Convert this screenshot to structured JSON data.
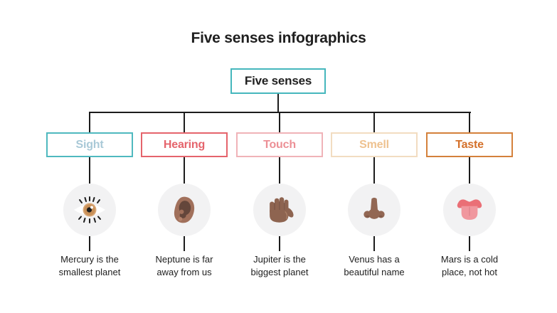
{
  "title": "Five senses infographics",
  "root": {
    "label": "Five senses",
    "border_color": "#45b7bd"
  },
  "senses": [
    {
      "id": "sight",
      "label": "Sight",
      "icon": "eye-icon",
      "border_color": "#4fb9bf",
      "label_color": "#a9c9d7",
      "desc1": "Mercury is the",
      "desc2": "smallest planet"
    },
    {
      "id": "hearing",
      "label": "Hearing",
      "icon": "ear-icon",
      "border_color": "#e5646c",
      "label_color": "#e5646c",
      "desc1": "Neptune is far",
      "desc2": "away from us"
    },
    {
      "id": "touch",
      "label": "Touch",
      "icon": "hand-icon",
      "border_color": "#f0b3b8",
      "label_color": "#ec8f95",
      "desc1": "Jupiter is the",
      "desc2": "biggest planet"
    },
    {
      "id": "smell",
      "label": "Smell",
      "icon": "nose-icon",
      "border_color": "#f2dcc1",
      "label_color": "#eec290",
      "desc1": "Venus has a",
      "desc2": "beautiful name"
    },
    {
      "id": "taste",
      "label": "Taste",
      "icon": "tongue-icon",
      "border_color": "#d4813b",
      "label_color": "#d4712b",
      "desc1": "Mars is a cold",
      "desc2": "place, not hot"
    }
  ],
  "colors": {
    "background": "#ffffff",
    "connector_line": "#1c1c1c",
    "icon_circle_bg": "#f2f2f3",
    "text_dark": "#212121",
    "skin_brown": "#8e6450",
    "tongue_pink": "#f0979e",
    "tongue_red": "#ea6f76"
  }
}
